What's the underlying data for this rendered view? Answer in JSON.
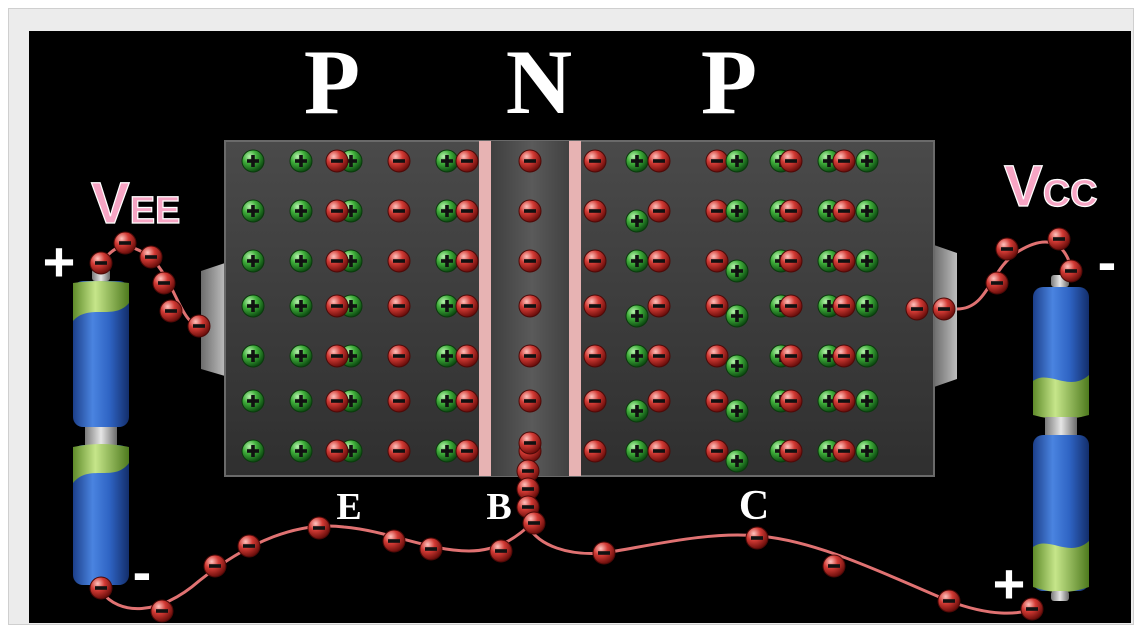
{
  "headings": {
    "left_p": "P",
    "middle_n": "N",
    "right_p": "P"
  },
  "terminals": {
    "emitter": "E",
    "base": "B",
    "collector": "C"
  },
  "supplies": {
    "vee": {
      "main": "V",
      "sub": "EE",
      "plus": "+",
      "minus": "-"
    },
    "vcc": {
      "main": "V",
      "sub": "CC",
      "plus": "+",
      "minus": "-"
    }
  },
  "colors": {
    "background": "#000000",
    "label_pink": "#f7a5c4",
    "hole_green": "#2f9a32",
    "electron_red": "#c7322f",
    "wire": "#e07272"
  }
}
